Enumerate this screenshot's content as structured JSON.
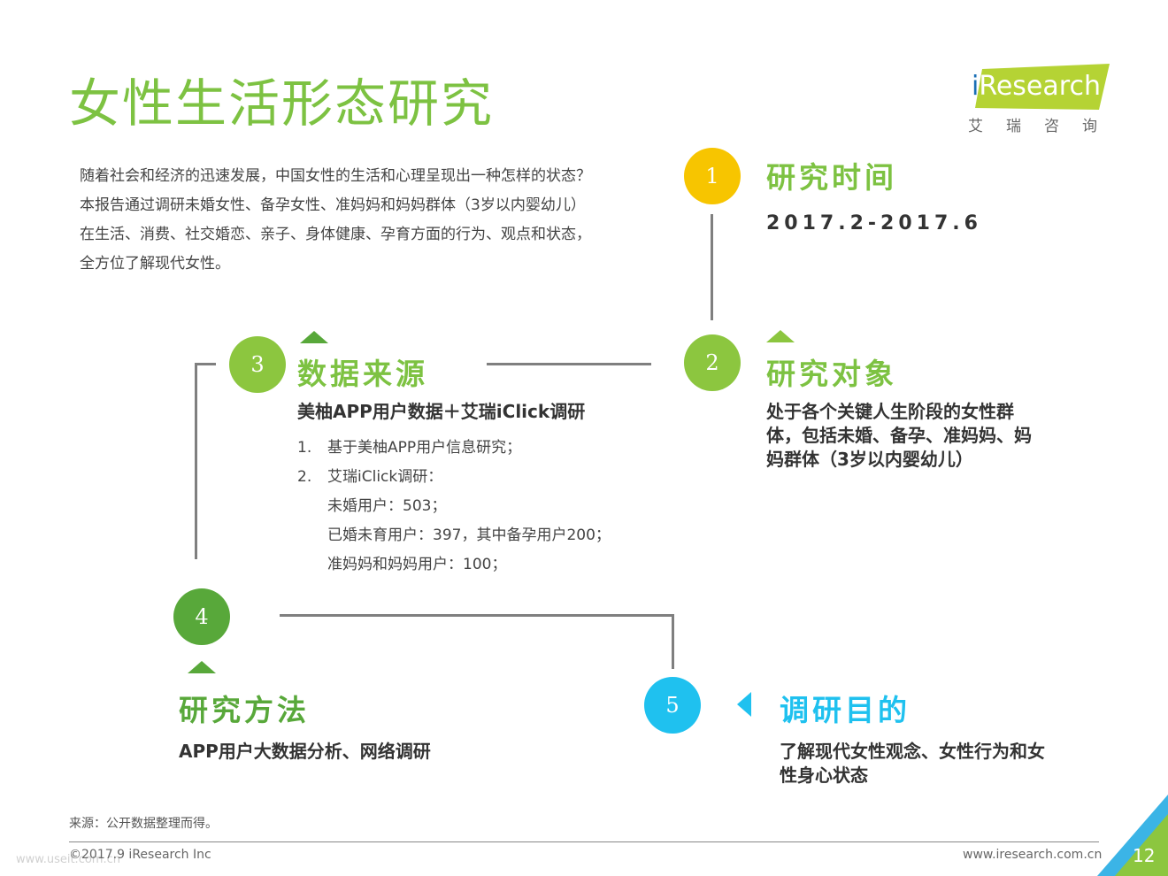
{
  "page": {
    "title": "女性生活形态研究",
    "page_number": "12"
  },
  "logo": {
    "brand_i": "i",
    "brand_rest": "Research",
    "cn_name": "艾瑞咨询"
  },
  "intro": {
    "lines": [
      "随着社会和经济的迅速发展，中国女性的生活和心理呈现出一种怎样的状态？",
      "本报告通过调研未婚女性、备孕女性、准妈妈和妈妈群体（3岁以内婴幼儿）",
      "在生活、消费、社交婚恋、亲子、身体健康、孕育方面的行为、观点和状态，",
      "全方位了解现代女性。"
    ]
  },
  "steps": [
    {
      "number": "1",
      "heading": "研究时间",
      "content": "2017.2-2017.6",
      "color": "#f7c500"
    },
    {
      "number": "2",
      "heading": "研究对象",
      "lines": [
        "处于各个关键人生阶段的女性群",
        "体，包括未婚、备孕、准妈妈、妈",
        "妈群体（3岁以内婴幼儿）"
      ],
      "color": "#8cc63f"
    },
    {
      "number": "3",
      "heading": "数据来源",
      "subtitle": "美柚APP用户数据＋艾瑞iClick调研",
      "list": [
        {
          "marker": "1.",
          "text": "基于美柚APP用户信息研究；"
        },
        {
          "marker": "2.",
          "text": "艾瑞iClick调研："
        },
        {
          "marker": "",
          "text": "未婚用户：503；"
        },
        {
          "marker": "",
          "text": "已婚未育用户：397，其中备孕用户200；"
        },
        {
          "marker": "",
          "text": "准妈妈和妈妈用户：100；"
        }
      ],
      "color": "#8cc63f"
    },
    {
      "number": "4",
      "heading": "研究方法",
      "content": "APP用户大数据分析、网络调研",
      "color": "#58a83a"
    },
    {
      "number": "5",
      "heading": "调研目的",
      "lines": [
        "了解现代女性观念、女性行为和女",
        "性身心状态"
      ],
      "color": "#1fc1ef"
    }
  ],
  "footer": {
    "source": "来源：公开数据整理而得。",
    "copyright": "©2017.9 iResearch Inc",
    "url": "www.iresearch.com.cn",
    "watermark": "www.useit.com.cn"
  },
  "colors": {
    "title_green": "#7dc242",
    "logo_lime": "#b5d334",
    "logo_blue": "#1a6fb5",
    "corner_blue": "#3bb4e6",
    "corner_green": "#8cc63f",
    "connector_gray": "#7f7f7f"
  }
}
